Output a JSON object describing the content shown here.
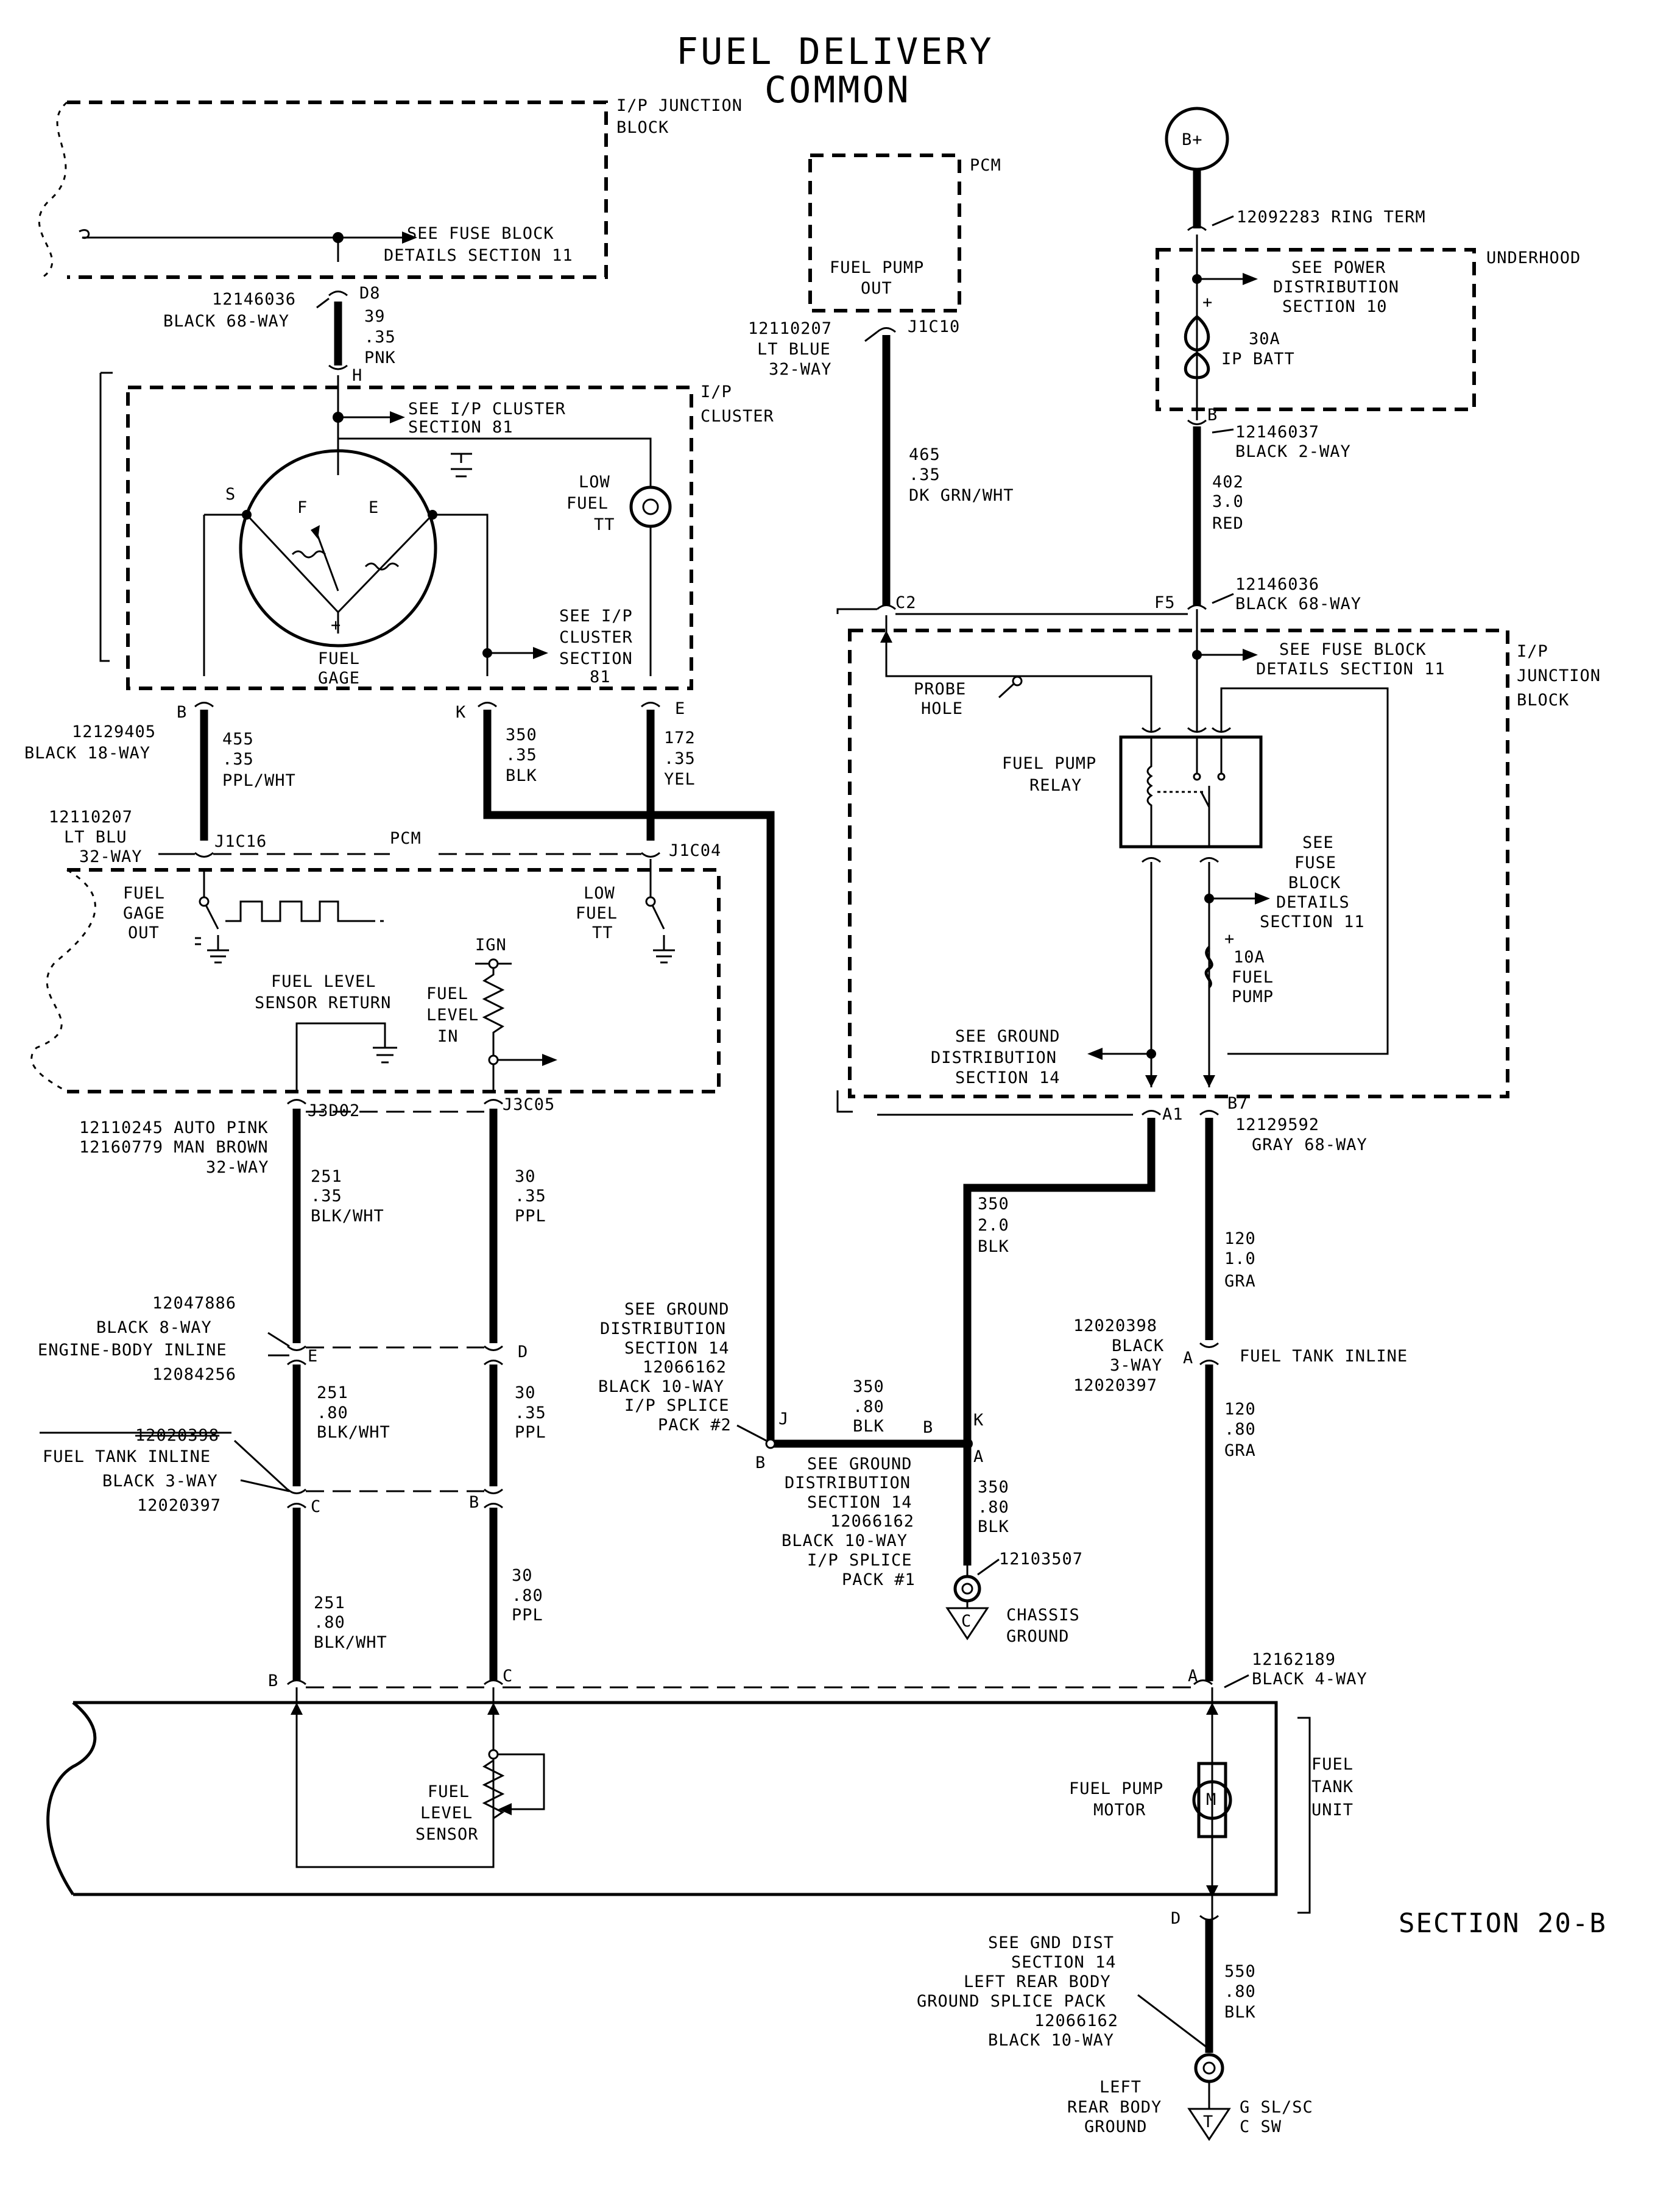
{
  "title": {
    "line1": "FUEL DELIVERY",
    "line2": "COMMON"
  },
  "section_label": "SECTION 20-B",
  "components": {
    "ip_junction_block_top": [
      "I/P JUNCTION",
      "BLOCK"
    ],
    "fuse_block_ref_top": [
      "SEE FUSE BLOCK",
      "DETAILS SECTION 11"
    ],
    "ip_cluster": [
      "I/P",
      "CLUSTER"
    ],
    "ip_cluster_ref": [
      "SEE I/P CLUSTER",
      "SECTION 81"
    ],
    "ip_cluster_ref2": [
      "SEE I/P",
      "CLUSTER",
      "SECTION",
      "81"
    ],
    "fuel_gage": [
      "FUEL",
      "GAGE"
    ],
    "gage_terminals": {
      "s": "S",
      "f": "F",
      "e": "E",
      "plus": "+"
    },
    "low_fuel_tt": [
      "LOW",
      "FUEL",
      "TT"
    ],
    "pcm_top": [
      "PCM"
    ],
    "pcm_fuel_pump_out": [
      "FUEL PUMP",
      "OUT"
    ],
    "pcm_mid": "PCM",
    "pcm_fuel_gage_out": [
      "FUEL",
      "GAGE",
      "OUT"
    ],
    "pcm_low_fuel_tt": [
      "LOW",
      "FUEL",
      "TT"
    ],
    "fuel_level_sensor_return": [
      "FUEL LEVEL",
      "SENSOR RETURN"
    ],
    "fuel_level_in": [
      "FUEL",
      "LEVEL",
      "IN"
    ],
    "ign": "IGN",
    "battery": "B+",
    "ring_term": "12092283  RING TERM",
    "underhood": "UNDERHOOD",
    "power_dist_ref": [
      "SEE POWER",
      "DISTRIBUTION",
      "SECTION 10"
    ],
    "fuse_30a": [
      "30A",
      "IP BATT"
    ],
    "ip_junction_block_right": [
      "I/P",
      "JUNCTION",
      "BLOCK"
    ],
    "fuse_block_ref_right": [
      "SEE FUSE BLOCK",
      "DETAILS SECTION 11"
    ],
    "probe_hole": [
      "PROBE",
      "HOLE"
    ],
    "fuel_pump_relay": [
      "FUEL PUMP",
      "RELAY"
    ],
    "fuse_block_ref_relay": [
      "SEE",
      "FUSE",
      "BLOCK",
      "DETAILS",
      "SECTION 11"
    ],
    "fuse_10a": [
      "10A",
      "FUEL",
      "PUMP"
    ],
    "ground_dist_ref_relay": [
      "SEE GROUND",
      "DISTRIBUTION",
      "SECTION 14"
    ],
    "ground_splice_2": [
      "SEE GROUND",
      "DISTRIBUTION",
      "SECTION 14",
      "12066162",
      "BLACK 10-WAY",
      "I/P SPLICE",
      "PACK #2"
    ],
    "ground_splice_1": [
      "SEE GROUND",
      "DISTRIBUTION",
      "SECTION 14",
      "12066162",
      "BLACK 10-WAY",
      "I/P SPLICE",
      "PACK #1"
    ],
    "chassis_ground": [
      "CHASSIS",
      "GROUND"
    ],
    "chassis_ground_part": "12103507",
    "chassis_ground_letter": "C",
    "fuel_tank_unit": [
      "FUEL",
      "TANK",
      "UNIT"
    ],
    "fuel_level_sensor": [
      "FUEL",
      "LEVEL",
      "SENSOR"
    ],
    "fuel_pump_motor": [
      "FUEL PUMP",
      "MOTOR"
    ],
    "motor_symbol": "M",
    "rear_ground_ref": [
      "SEE GND DIST",
      "SECTION 14",
      "LEFT REAR BODY",
      "GROUND SPLICE PACK",
      "12066162",
      "BLACK 10-WAY"
    ],
    "left_rear_body_ground": [
      "LEFT",
      "REAR BODY",
      "GROUND"
    ],
    "ground_variants": [
      "G SL/SC",
      "C SW"
    ],
    "rear_ground_letter": "T"
  },
  "connectors": {
    "d8": {
      "part": [
        "12146036",
        "BLACK 68-WAY"
      ],
      "pin": "D8"
    },
    "h": "H",
    "c12129405": [
      "12129405",
      "BLACK 18-WAY"
    ],
    "cluster_pins": {
      "b": "B",
      "k": "K",
      "e": "E"
    },
    "j1c10": {
      "part": [
        "12110207",
        "LT BLUE",
        "32-WAY"
      ],
      "pin": "J1C10"
    },
    "j1c16": {
      "part": [
        "12110207",
        "LT BLU",
        "32-WAY"
      ],
      "pin": "J1C16",
      "pin2": "J1C04"
    },
    "j3": {
      "part": [
        "12110245 AUTO PINK",
        "12160779 MAN BROWN",
        "32-WAY"
      ],
      "pin1": "J3D02",
      "pin2": "J3C05"
    },
    "engine_body": {
      "part": [
        "12047886",
        "BLACK 8-WAY",
        "ENGINE-BODY INLINE",
        "12084256"
      ],
      "pin1": "E",
      "pin2": "D"
    },
    "tank_inline_left": {
      "part": [
        "12020398",
        "FUEL TANK INLINE",
        "BLACK 3-WAY",
        "12020397"
      ],
      "pin1": "C",
      "pin2": "B"
    },
    "tank_unit_left_pins": {
      "b": "B",
      "c": "C"
    },
    "ring_term_b": {
      "part": [
        "12146037",
        "BLACK 2-WAY"
      ],
      "pin": "B"
    },
    "f5": {
      "part": [
        "12146036",
        "BLACK 68-WAY"
      ],
      "pin": "F5",
      "pin_c2": "C2"
    },
    "a1b7": {
      "part": [
        "12129592",
        "GRAY 68-WAY"
      ],
      "pin1": "A1",
      "pin2": "B7"
    },
    "tank_inline_right": {
      "part": [
        "12020398",
        "BLACK",
        "3-WAY",
        "12020397"
      ],
      "pin": "A",
      "label": "FUEL TANK INLINE"
    },
    "tank_unit_right": {
      "part": [
        "12162189",
        "BLACK 4-WAY"
      ],
      "pin": "A",
      "pin_d": "D"
    },
    "splice_pins": {
      "j": "J",
      "b_left": "B",
      "b_right": "B",
      "k": "K",
      "a": "A"
    }
  },
  "wires": {
    "w39": [
      "39",
      ".35",
      "PNK"
    ],
    "w455": [
      "455",
      ".35",
      "PPL/WHT"
    ],
    "w350_blk": [
      "350",
      ".35",
      "BLK"
    ],
    "w172": [
      "172",
      ".35",
      "YEL"
    ],
    "w465": [
      "465",
      ".35",
      "DK GRN/WHT"
    ],
    "w402": [
      "402",
      "3.0",
      "RED"
    ],
    "w251a": [
      "251",
      ".35",
      "BLK/WHT"
    ],
    "w30a": [
      "30",
      ".35",
      "PPL"
    ],
    "w251b": [
      "251",
      ".80",
      "BLK/WHT"
    ],
    "w30b": [
      "30",
      ".35",
      "PPL"
    ],
    "w251c": [
      "251",
      ".80",
      "BLK/WHT"
    ],
    "w30c": [
      "30",
      ".80",
      "PPL"
    ],
    "w350_2": [
      "350",
      "2.0",
      "BLK"
    ],
    "w350_80a": [
      "350",
      ".80",
      "BLK"
    ],
    "w350_80b": [
      "350",
      ".80",
      "BLK"
    ],
    "w120a": [
      "120",
      "1.0",
      "GRA"
    ],
    "w120b": [
      "120",
      ".80",
      "GRA"
    ],
    "w550": [
      "550",
      ".80",
      "BLK"
    ]
  }
}
